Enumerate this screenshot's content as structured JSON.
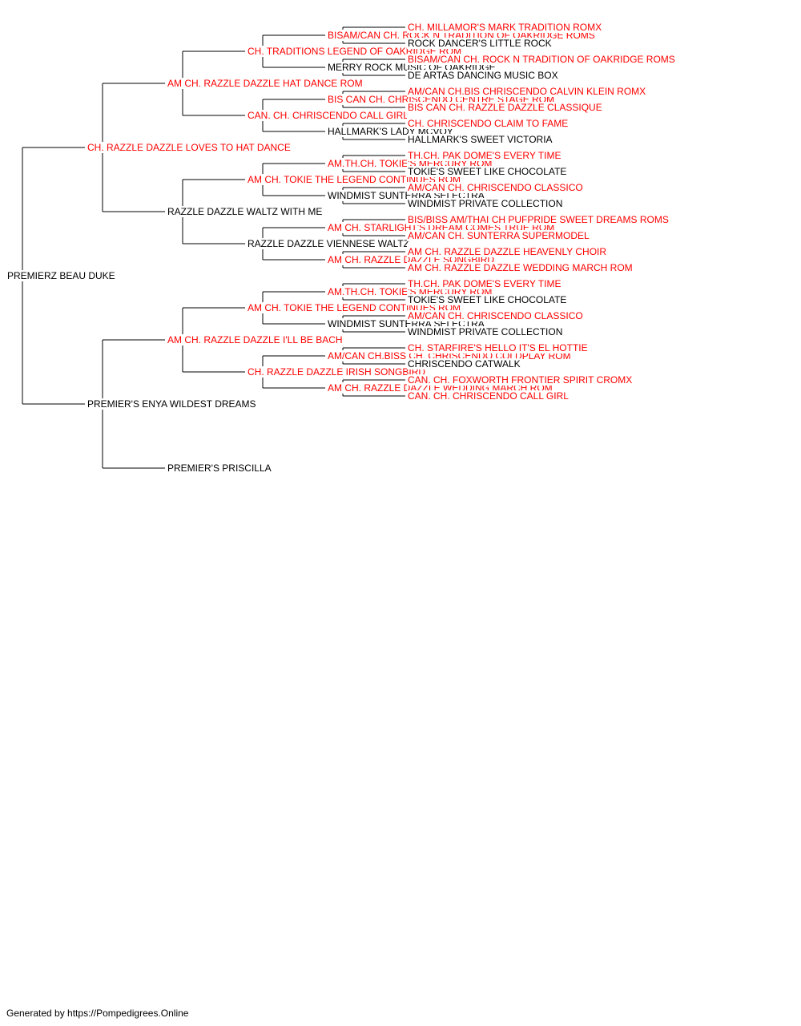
{
  "colors": {
    "champion": "#ff0000",
    "plain": "#000000",
    "line": "#000000"
  },
  "footer": "Generated by https://Pompedigrees.Online",
  "pedigree": {
    "name": "PREMIERZ BEAU DUKE",
    "red": false,
    "sire": {
      "name": "CH. RAZZLE DAZZLE LOVES TO HAT DANCE",
      "red": true,
      "sire": {
        "name": "AM CH. RAZZLE DAZZLE HAT DANCE ROM",
        "red": true,
        "sire": {
          "name": "CH. TRADITIONS LEGEND OF OAKRIDGE ROM",
          "red": true,
          "sire": {
            "name": "BISAM/CAN CH. ROCK N TRADITION OF OAKRIDGE ROMS",
            "red": true,
            "sire": {
              "name": "CH. MILLAMOR'S MARK TRADITION ROMX",
              "red": true
            },
            "dam": {
              "name": "ROCK DANCER'S LITTLE ROCK",
              "red": false
            }
          },
          "dam": {
            "name": "MERRY ROCK MUSIC OF OAKRIDGE",
            "red": false,
            "sire": {
              "name": "BISAM/CAN CH. ROCK N TRADITION OF OAKRIDGE ROMS",
              "red": true
            },
            "dam": {
              "name": "DE ARTAS DANCING MUSIC BOX",
              "red": false
            }
          }
        },
        "dam": {
          "name": "CAN. CH. CHRISCENDO CALL GIRL",
          "red": true,
          "sire": {
            "name": "BIS CAN CH. CHRISCENDO CENTRE STAGE ROM",
            "red": true,
            "sire": {
              "name": "AM/CAN CH.BIS CHRISCENDO CALVIN KLEIN ROMX",
              "red": true
            },
            "dam": {
              "name": "BIS CAN CH. RAZZLE DAZZLE CLASSIQUE",
              "red": true
            }
          },
          "dam": {
            "name": "HALLMARK'S LADY MCVOY",
            "red": false,
            "sire": {
              "name": "CH. CHRISCENDO CLAIM TO FAME",
              "red": true
            },
            "dam": {
              "name": "HALLMARK'S SWEET VICTORIA",
              "red": false
            }
          }
        }
      },
      "dam": {
        "name": "RAZZLE DAZZLE WALTZ WITH ME",
        "red": false,
        "sire": {
          "name": "AM CH. TOKIE THE LEGEND CONTINUES ROM",
          "red": true,
          "sire": {
            "name": "AM.TH.CH. TOKIE'S MERCURY ROM",
            "red": true,
            "sire": {
              "name": "TH.CH. PAK DOME'S EVERY TIME",
              "red": true
            },
            "dam": {
              "name": "TOKIE'S SWEET LIKE CHOCOLATE",
              "red": false
            }
          },
          "dam": {
            "name": "WINDMIST SUNTERRA SELECTRA",
            "red": false,
            "sire": {
              "name": "AM/CAN CH. CHRISCENDO CLASSICO",
              "red": true
            },
            "dam": {
              "name": "WINDMIST PRIVATE COLLECTION",
              "red": false
            }
          }
        },
        "dam": {
          "name": "RAZZLE DAZZLE VIENNESE WALTZ",
          "red": false,
          "sire": {
            "name": "AM CH. STARLIGHT'S DREAM COMES TRUE ROM",
            "red": true,
            "sire": {
              "name": "BIS/BISS AM/THAI CH PUFPRIDE SWEET DREAMS ROMS",
              "red": true
            },
            "dam": {
              "name": "AM/CAN CH. SUNTERRA SUPERMODEL",
              "red": true
            }
          },
          "dam": {
            "name": "AM CH. RAZZLE DAZZLE SONGBIRD",
            "red": true,
            "sire": {
              "name": "AM CH. RAZZLE DAZZLE HEAVENLY CHOIR",
              "red": true
            },
            "dam": {
              "name": "AM CH. RAZZLE DAZZLE WEDDING MARCH ROM",
              "red": true
            }
          }
        }
      }
    },
    "dam": {
      "name": "PREMIER'S ENYA WILDEST DREAMS",
      "red": false,
      "sire": {
        "name": "AM CH. RAZZLE DAZZLE I'LL BE BACH",
        "red": true,
        "sire": {
          "name": "AM CH. TOKIE THE LEGEND CONTINUES ROM",
          "red": true,
          "sire": {
            "name": "AM.TH.CH. TOKIE'S MERCURY ROM",
            "red": true,
            "sire": {
              "name": "TH.CH. PAK DOME'S EVERY TIME",
              "red": true
            },
            "dam": {
              "name": "TOKIE'S SWEET LIKE CHOCOLATE",
              "red": false
            }
          },
          "dam": {
            "name": "WINDMIST SUNTERRA SELECTRA",
            "red": false,
            "sire": {
              "name": "AM/CAN CH. CHRISCENDO CLASSICO",
              "red": true
            },
            "dam": {
              "name": "WINDMIST PRIVATE COLLECTION",
              "red": false
            }
          }
        },
        "dam": {
          "name": "CH. RAZZLE DAZZLE IRISH SONGBIRD",
          "red": true,
          "sire": {
            "name": "AM/CAN CH.BISS CH. CHRISCENDO COLDPLAY ROM",
            "red": true,
            "sire": {
              "name": "CH. STARFIRE'S HELLO IT'S EL HOTTIE",
              "red": true
            },
            "dam": {
              "name": "CHRISCENDO CATWALK",
              "red": false
            }
          },
          "dam": {
            "name": "AM CH. RAZZLE DAZZLE WEDDING MARCH ROM",
            "red": true,
            "sire": {
              "name": "CAN. CH. FOXWORTH FRONTIER SPIRIT CROMX",
              "red": true
            },
            "dam": {
              "name": "CAN. CH. CHRISCENDO CALL GIRL",
              "red": true
            }
          }
        }
      },
      "dam": {
        "name": "PREMIER'S PRISCILLA",
        "red": false
      }
    }
  }
}
